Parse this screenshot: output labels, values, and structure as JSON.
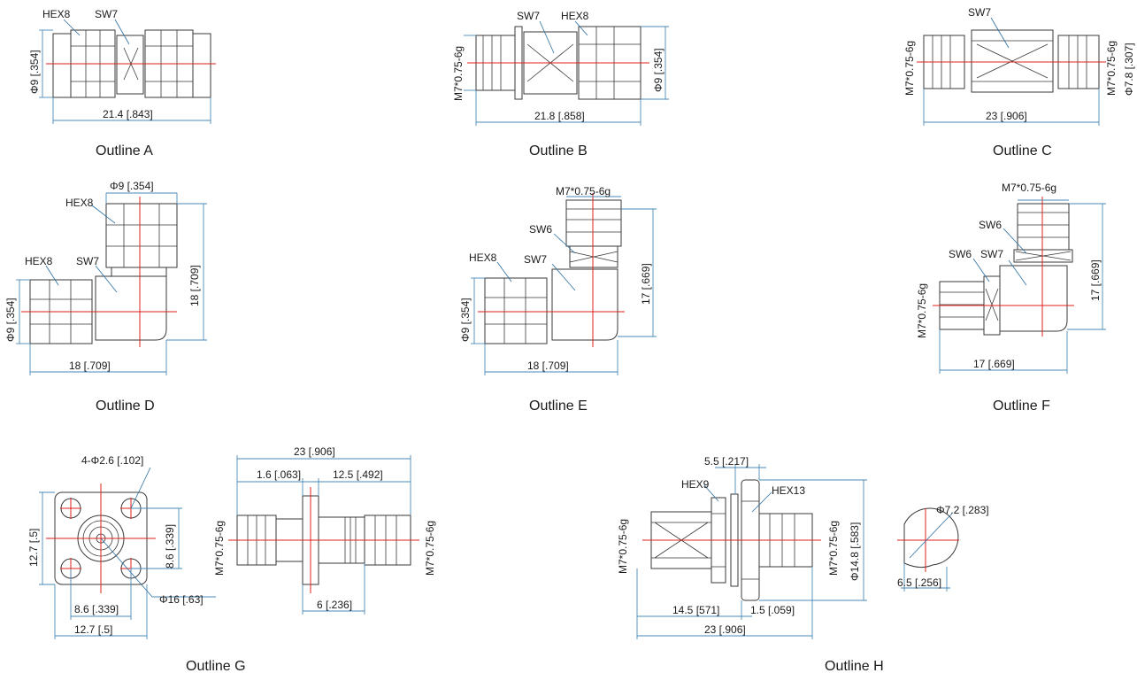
{
  "outlines": {
    "A": {
      "caption": "Outline A",
      "hex": "HEX8",
      "sw": "SW7",
      "dia": "Φ9 [.354]",
      "len": "21.4 [.843]"
    },
    "B": {
      "caption": "Outline B",
      "sw": "SW7",
      "hex": "HEX8",
      "thread": "M7*0.75-6g",
      "dia": "Φ9 [.354]",
      "len": "21.8 [.858]"
    },
    "C": {
      "caption": "Outline C",
      "sw": "SW7",
      "thread_left": "M7*0.75-6g",
      "thread_right": "M7*0.75-6g",
      "dia": "Φ7.8 [.307]",
      "len": "23 [.906]"
    },
    "D": {
      "caption": "Outline D",
      "dia_top": "Φ9 [.354]",
      "hex_top": "HEX8",
      "hex_left": "HEX8",
      "sw": "SW7",
      "dia_left": "Φ9 [.354]",
      "height": "18 [.709]",
      "width": "18 [.709]"
    },
    "E": {
      "caption": "Outline E",
      "thread": "M7*0.75-6g",
      "sw6": "SW6",
      "hex": "HEX8",
      "sw7": "SW7",
      "dia": "Φ9 [.354]",
      "height": "17 [.669]",
      "width": "18 [.709]"
    },
    "F": {
      "caption": "Outline F",
      "thread_top": "M7*0.75-6g",
      "sw6_top": "SW6",
      "sw6_left": "SW6",
      "sw7": "SW7",
      "thread_left": "M7*0.75-6g",
      "height": "17 [.669]",
      "width": "17 [.669]"
    },
    "G": {
      "caption": "Outline G",
      "holes": "4-Φ2.6 [.102]",
      "flange_h": "12.7 [.5]",
      "hole_spacing_v": "8.6 [.339]",
      "flange_dia": "Φ16 [.63]",
      "hole_spacing_h": "8.6 [.339]",
      "flange_w": "12.7 [.5]",
      "len": "23 [.906]",
      "offset": "1.6 [.063]",
      "body_len": "12.5 [.492]",
      "thread_left": "M7*0.75-6g",
      "thread_right": "M7*0.75-6g",
      "flange_len": "6 [.236]"
    },
    "H": {
      "caption": "Outline H",
      "panel": "5.5 [.217]",
      "hex9": "HEX9",
      "hex13": "HEX13",
      "thread_left": "M7*0.75-6g",
      "thread_right": "M7*0.75-6g",
      "dia": "Φ14.8 [.583]",
      "len_a": "14.5 [571]",
      "len_b": "1.5 [.059]",
      "len": "23 [.906]",
      "dcut": "Φ7.2 [.283]",
      "dcut_flat": "6.5 [.256]"
    }
  }
}
